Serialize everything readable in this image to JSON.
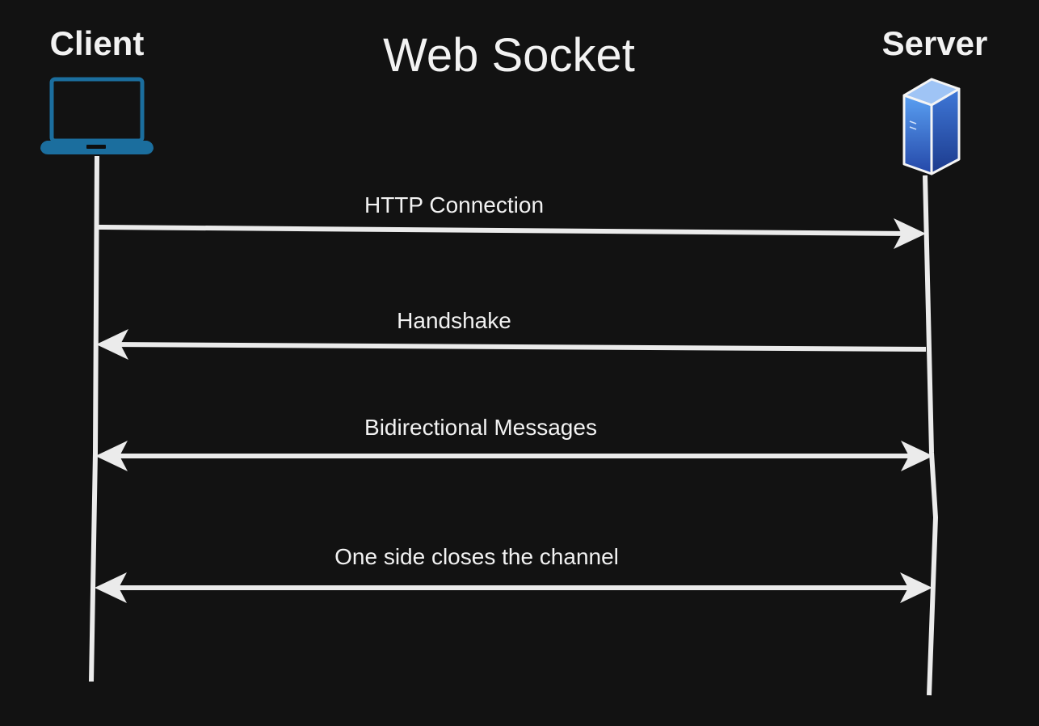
{
  "diagram": {
    "title": "Web Socket",
    "actors": {
      "client": {
        "label": "Client",
        "icon": "laptop-icon",
        "color": "#1b6e9e"
      },
      "server": {
        "label": "Server",
        "icon": "server-icon",
        "color": "#4a7fd6"
      }
    },
    "messages": [
      {
        "label": "HTTP Connection",
        "direction": "client-to-server"
      },
      {
        "label": "Handshake",
        "direction": "server-to-client"
      },
      {
        "label": "Bidirectional Messages",
        "direction": "both"
      },
      {
        "label": "One side closes the channel",
        "direction": "both"
      }
    ],
    "colors": {
      "background": "#121212",
      "line": "#ebebeb",
      "text": "#f2f2f2"
    }
  }
}
